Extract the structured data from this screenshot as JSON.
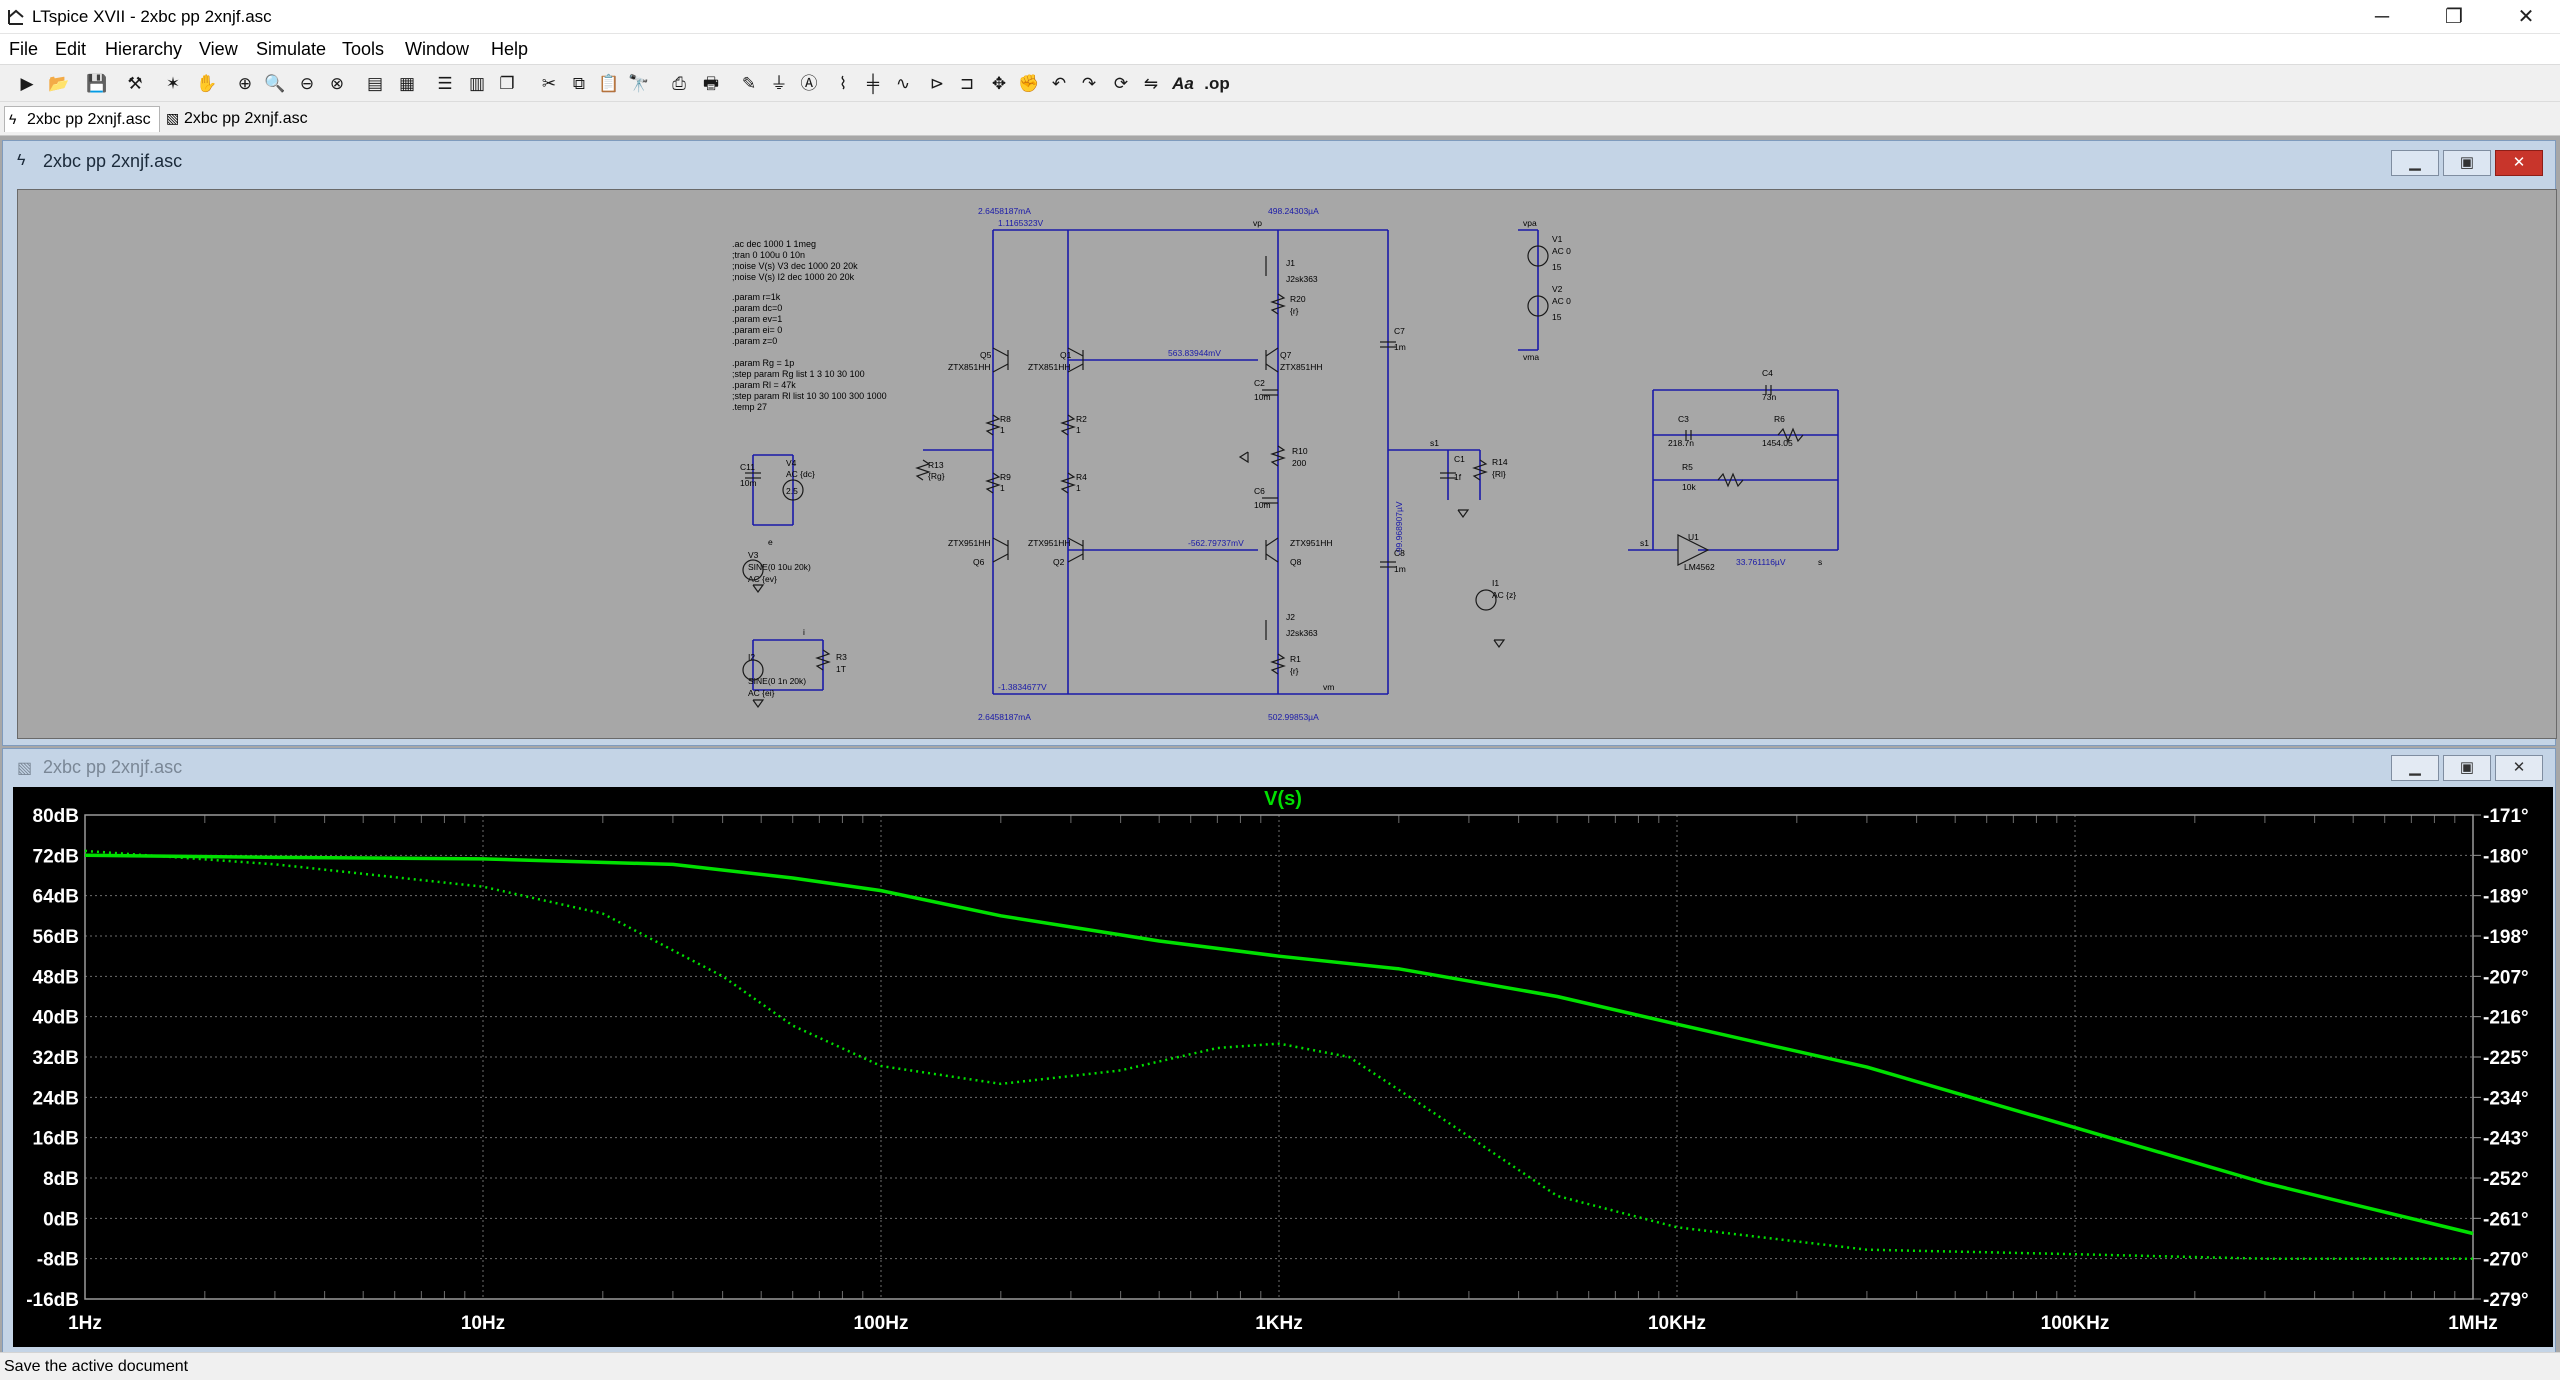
{
  "window": {
    "title": "LTspice XVII - 2xbc pp 2xnjf.asc",
    "minimize": "─",
    "maximize": "❐",
    "close": "✕"
  },
  "menu": [
    "File",
    "Edit",
    "Hierarchy",
    "View",
    "Simulate",
    "Tools",
    "Window",
    "Help"
  ],
  "toolbar": [
    "new-schematic-icon",
    "open-icon",
    "save-icon",
    "control-panel-icon",
    "run-icon",
    "halt-icon",
    "zoom-in-icon",
    "pan-icon",
    "zoom-out-icon",
    "zoom-fit-icon",
    "autorange-icon",
    "grid-icon",
    "tile-horizontal-icon",
    "tile-vertical-icon",
    "cascade-icon",
    "cut-icon",
    "copy-icon",
    "paste-icon",
    "find-icon",
    "print-icon",
    "print-preview-icon",
    "draw-wire-icon",
    "ground-icon",
    "label-net-icon",
    "resistor-icon",
    "capacitor-icon",
    "inductor-icon",
    "diode-icon",
    "component-icon",
    "move-icon",
    "drag-icon",
    "undo-icon",
    "redo-icon",
    "rotate-icon",
    "mirror-icon",
    "text-icon",
    "spice-directive-icon"
  ],
  "tabs": [
    {
      "label": "2xbc pp 2xnjf.asc",
      "active": true
    },
    {
      "label": "2xbc pp 2xnjf.asc",
      "active": false
    }
  ],
  "schematic_window": {
    "title": "2xbc pp 2xnjf.asc",
    "directives": [
      ".ac dec 1000 1 1meg",
      ";tran 0 100u 0 10n",
      ";noise V(s) V3 dec 1000 20 20k",
      ";noise V(s) I2 dec 1000 20 20k",
      "",
      ".param r=1k",
      ".param dc=0",
      ".param ev=1",
      ".param ei= 0",
      ".param z=0",
      "",
      ".param Rg = 1p",
      ";step param Rg list 1 3 10 30 100",
      ".param Rl = 47k",
      ";step param Rl list 10 30 100 300 1000",
      ".temp 27"
    ],
    "node_labels": {
      "i_top_left": "2.6458187mA",
      "v_top_left": "1.1165323V",
      "vp": "vp",
      "i_top_right": "498.24303µA",
      "v_mid_upper": "563.83944mV",
      "v_mid_lower": "-562.79737mV",
      "v_bottom_left": "-1.3834677V",
      "i_bottom_left": "2.6458187mA",
      "i_bottom_right": "502.99853µA",
      "v_out_vertical": "-99.968907µV",
      "s1": "s1",
      "vm": "vm",
      "e": "e",
      "i": "i",
      "vpa": "vpa",
      "vma": "vma",
      "s": "s",
      "s1_opamp": "s1",
      "v_opamp_out": "33.761116µV"
    },
    "components": {
      "q5": "Q5",
      "q5_model": "ZTX851HH",
      "q1": "Q1",
      "q1_model": "ZTX851HH",
      "q6": "Q6",
      "q6_model": "ZTX951HH",
      "q2": "Q2",
      "q2_model": "ZTX951HH",
      "q7": "Q7",
      "q7_model": "ZTX851HH",
      "q8": "Q8",
      "q8_model": "ZTX951HH",
      "j1": "J1",
      "j1_model": "J2sk363",
      "j2": "J2",
      "j2_model": "J2sk363",
      "r8": "R8",
      "r8_val": "1",
      "r2": "R2",
      "r2_val": "1",
      "r9": "R9",
      "r9_val": "1",
      "r4": "R4",
      "r4_val": "1",
      "r13": "R13",
      "r13_val": "{Rg}",
      "r20": "R20",
      "r20_val": "{r}",
      "r10": "R10",
      "r10_val": "200",
      "r1": "R1",
      "r1_val": "{r}",
      "r14": "R14",
      "r14_val": "{Rl}",
      "r3": "R3",
      "r3_val": "1T",
      "c2": "C2",
      "c2_val": "10m",
      "c6": "C6",
      "c6_val": "10m",
      "c7": "C7",
      "c7_val": "1m",
      "c8": "C8",
      "c8_val": "1m",
      "c1": "C1",
      "c1_val": "1f",
      "c11": "C11",
      "c11_val": "10m",
      "v4": "V4",
      "v4_val": "AC {dc}",
      "v4_dc": "2.5",
      "v3": "V3",
      "v3_val1": "SINE(0 10u 20k)",
      "v3_val2": "AC {ev}",
      "i2": "I2",
      "i2_val1": "SINE(0 1n 20k)",
      "i2_val2": "AC {ei}",
      "v1": "V1",
      "v1_val": "AC 0",
      "v1_dc": "15",
      "v2": "V2",
      "v2_val": "AC 0",
      "v2_dc": "15",
      "i1": "I1",
      "i1_val": "AC {z}",
      "c4": "C4",
      "c4_val": "73n",
      "c3": "C3",
      "c3_val": "218.7n",
      "r6": "R6",
      "r6_val": "1454.05",
      "r5": "R5",
      "r5_val": "10k",
      "u1": "U1",
      "u1_model": "LM4562"
    }
  },
  "plot_window": {
    "title": "2xbc pp 2xnjf.asc",
    "trace_name": "V(s)",
    "colors": {
      "trace": "#00e000",
      "grid": "#6e6e6e",
      "axis_text": "#ffffff",
      "background": "#000000"
    }
  },
  "chart_data": {
    "type": "line",
    "title": "V(s)",
    "xscale": "log",
    "xlim": [
      1,
      1000000
    ],
    "x_ticks": [
      "1Hz",
      "10Hz",
      "100Hz",
      "1KHz",
      "10KHz",
      "100KHz",
      "1MHz"
    ],
    "ylim": [
      -16,
      80
    ],
    "y_ticks": [
      "80dB",
      "72dB",
      "64dB",
      "56dB",
      "48dB",
      "40dB",
      "32dB",
      "24dB",
      "16dB",
      "8dB",
      "0dB",
      "-8dB",
      "-16dB"
    ],
    "y2lim": [
      -279,
      -171
    ],
    "y2_ticks": [
      "-171°",
      "-180°",
      "-189°",
      "-198°",
      "-207°",
      "-216°",
      "-225°",
      "-234°",
      "-243°",
      "-252°",
      "-261°",
      "-270°",
      "-279°"
    ],
    "grid": true,
    "series": [
      {
        "name": "magnitude",
        "style": "solid",
        "axis": "left",
        "x": [
          1,
          3,
          10,
          30,
          60,
          100,
          200,
          500,
          1000,
          2000,
          5000,
          10000,
          30000,
          100000,
          300000,
          1000000
        ],
        "y": [
          72,
          71.6,
          71.3,
          70.2,
          67.5,
          65,
          60,
          55,
          52,
          49.5,
          44,
          38.5,
          30,
          18,
          7,
          -3
        ]
      },
      {
        "name": "phase",
        "style": "dotted",
        "axis": "right",
        "x": [
          1,
          3,
          10,
          20,
          40,
          60,
          100,
          200,
          400,
          700,
          1000,
          1500,
          2500,
          5000,
          10000,
          30000,
          100000,
          300000,
          1000000
        ],
        "y": [
          -179,
          -182,
          -187,
          -193,
          -207,
          -218,
          -227,
          -231,
          -228,
          -223,
          -222,
          -225,
          -238,
          -256,
          -263,
          -268,
          -269,
          -270,
          -270
        ]
      }
    ]
  },
  "status": "Save the active document"
}
